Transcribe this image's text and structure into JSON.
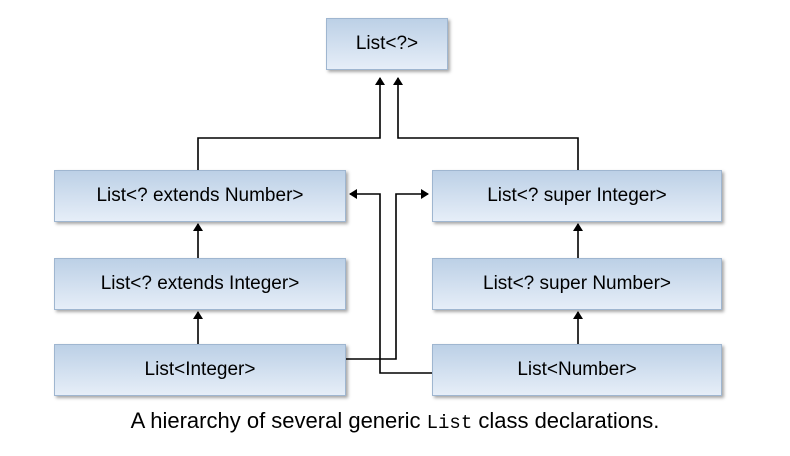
{
  "nodes": {
    "root": "List<?>",
    "extends_number": "List<? extends Number>",
    "extends_integer": "List<? extends Integer>",
    "integer": "List<Integer>",
    "super_integer": "List<? super Integer>",
    "super_number": "List<? super Number>",
    "number": "List<Number>"
  },
  "caption": {
    "before": "A hierarchy of several generic ",
    "code": "List",
    "after": " class declarations."
  }
}
